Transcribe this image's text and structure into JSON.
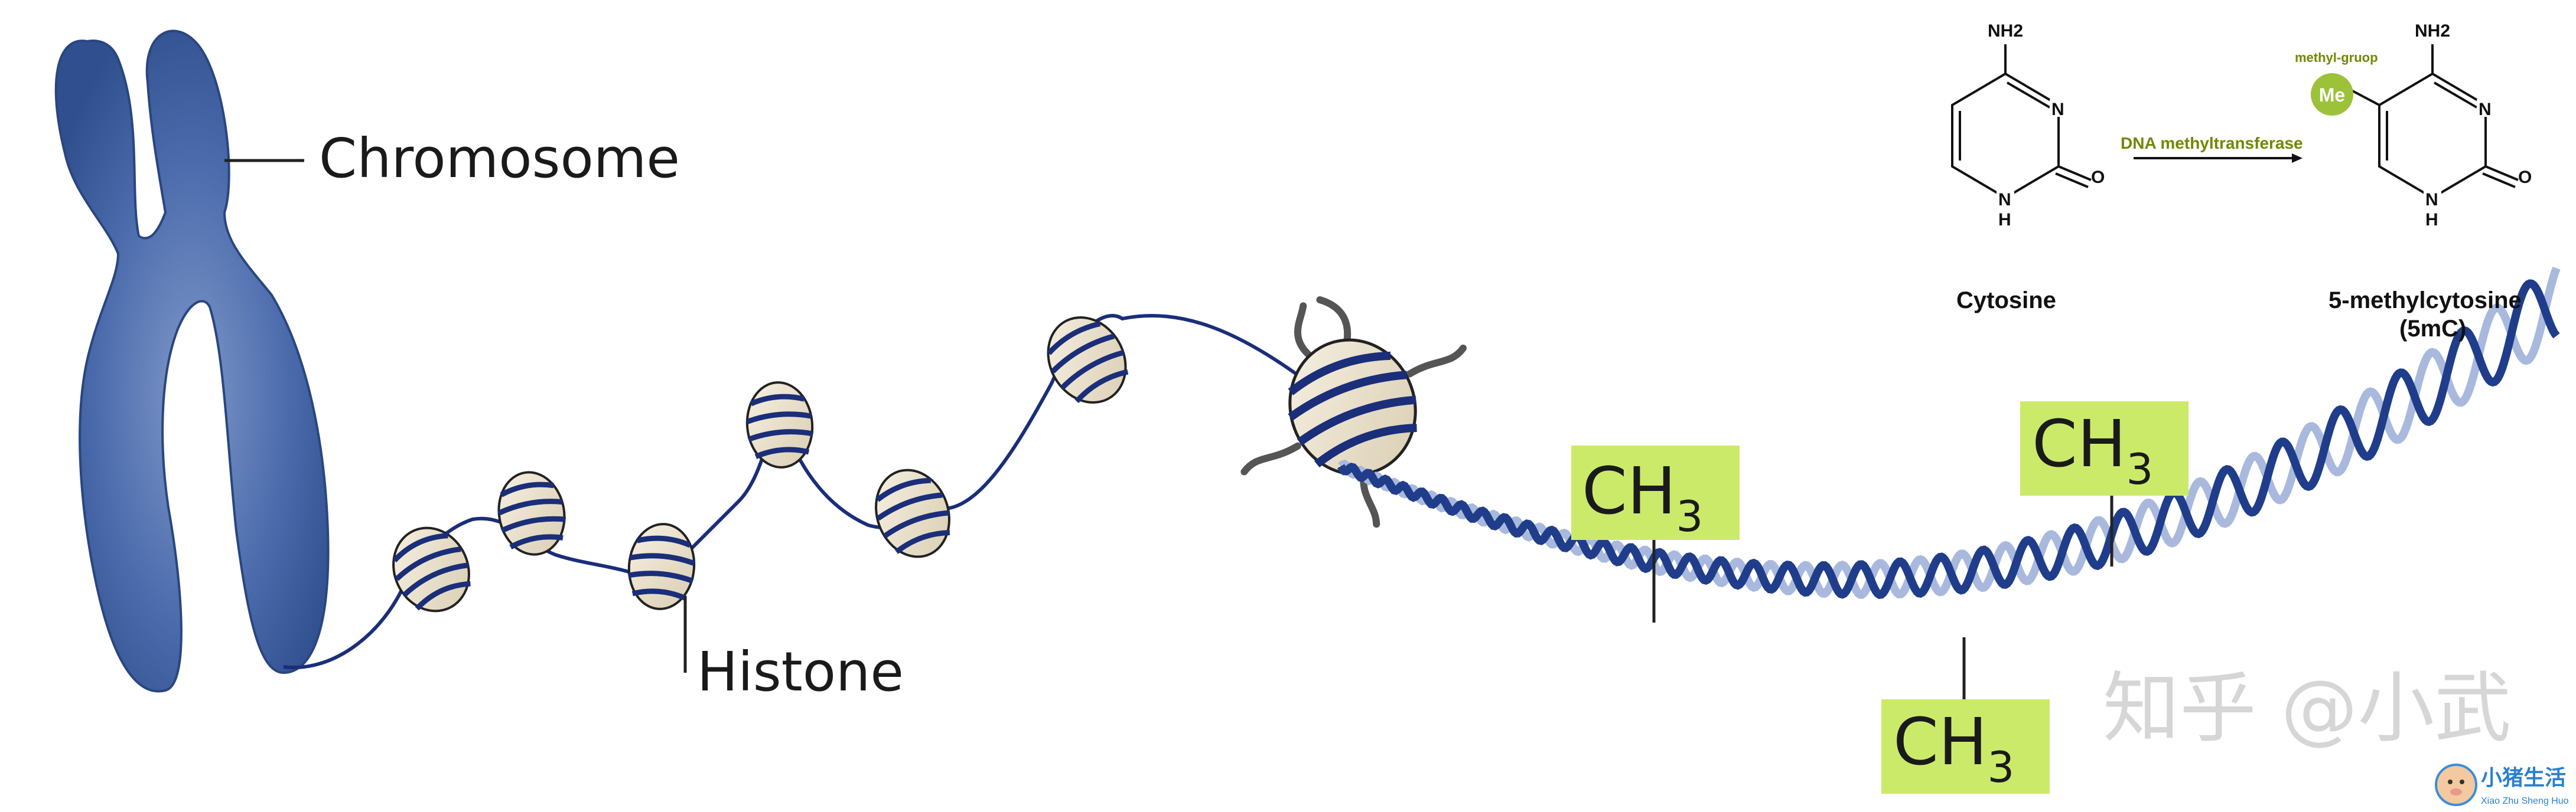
{
  "labels": {
    "chromosome": "Chromosome",
    "histone": "Histone"
  },
  "reaction": {
    "cytosine": {
      "name": "Cytosine",
      "nh2": "NH2",
      "n": "N",
      "nh_n": "N",
      "nh_h": "H",
      "o": "O"
    },
    "enzyme": "DNA methyltransferase",
    "methyl_group_label": "methyl-gruop",
    "me": "Me",
    "product": {
      "name_line1": "5-methylcytosine",
      "name_line2": "(5mC)",
      "nh2": "NH2",
      "n": "N",
      "nh_n": "N",
      "nh_h": "H",
      "o": "O"
    }
  },
  "methyl_tags": [
    {
      "base": "CH",
      "sub": "3"
    },
    {
      "base": "CH",
      "sub": "3"
    },
    {
      "base": "CH",
      "sub": "3"
    }
  ],
  "watermark": {
    "text": "知乎 @小武",
    "logo_title": "小猪生活",
    "logo_subtitle": "Xiao Zhu Sheng Huo"
  },
  "colors": {
    "chromosome": "#3b5d9e",
    "dna_strand": "#1a2e7a",
    "helix_dark": "#1f3d8a",
    "helix_light": "#a9b9dd",
    "nucleosome": "#efe6d2",
    "methyl_box": "#ccea6a",
    "enzyme_text": "#6e8a00",
    "me_circle": "#9cc23a"
  }
}
